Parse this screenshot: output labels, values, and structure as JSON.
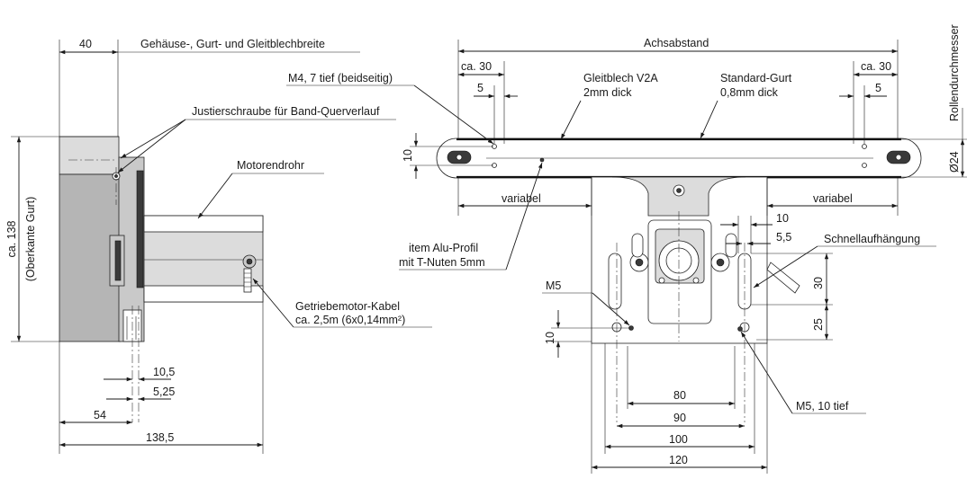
{
  "labels": {
    "width_40": "40",
    "housing_width": "Gehäuse-, Gurt- und Gleitblechbreite",
    "adjust_screw": "Justierschraube für Band-Querverlauf",
    "motor_tube": "Motorendrohr",
    "height_138_line1": "ca. 138",
    "height_138_line2": "(Oberkante Gurt)",
    "cable_line1": "Getriebemotor-Kabel",
    "cable_line2": "ca. 2,5m (6x0,14mm²)",
    "dim_10_5": "10,5",
    "dim_5_25": "5,25",
    "dim_54": "54",
    "dim_138_5": "138,5",
    "axle_distance": "Achsabstand",
    "roller_diameter": "Rollendurchmesser",
    "dim_ca30_left": "ca. 30",
    "dim_ca30_right": "ca. 30",
    "dim_5_left": "5",
    "dim_5_right": "5",
    "m4": "M4, 7 tief (beidseitig)",
    "slide_plate_line1": "Gleitblech V2A",
    "slide_plate_line2": "2mm dick",
    "belt_line1": "Standard-Gurt",
    "belt_line2": "0,8mm dick",
    "dim_10_side": "10",
    "dia_24": "Ø24",
    "variable_left": "variabel",
    "variable_right": "variabel",
    "dim_10_top": "10",
    "dim_5_5": "5,5",
    "quick_mount": "Schnellaufhängung",
    "profile_line1": "item Alu-Profil",
    "profile_line2": "mit T-Nuten 5mm",
    "m5": "M5",
    "dim_30": "30",
    "dim_25": "25",
    "dim_10_bottom": "10",
    "m5_deep": "M5, 10 tief",
    "dim_80": "80",
    "dim_90": "90",
    "dim_100": "100",
    "dim_120": "120"
  },
  "colors": {
    "line": "#1a1a1a",
    "housing_fill": "#b5b5b5",
    "light_fill": "#dcdcdc",
    "background": "#ffffff"
  }
}
